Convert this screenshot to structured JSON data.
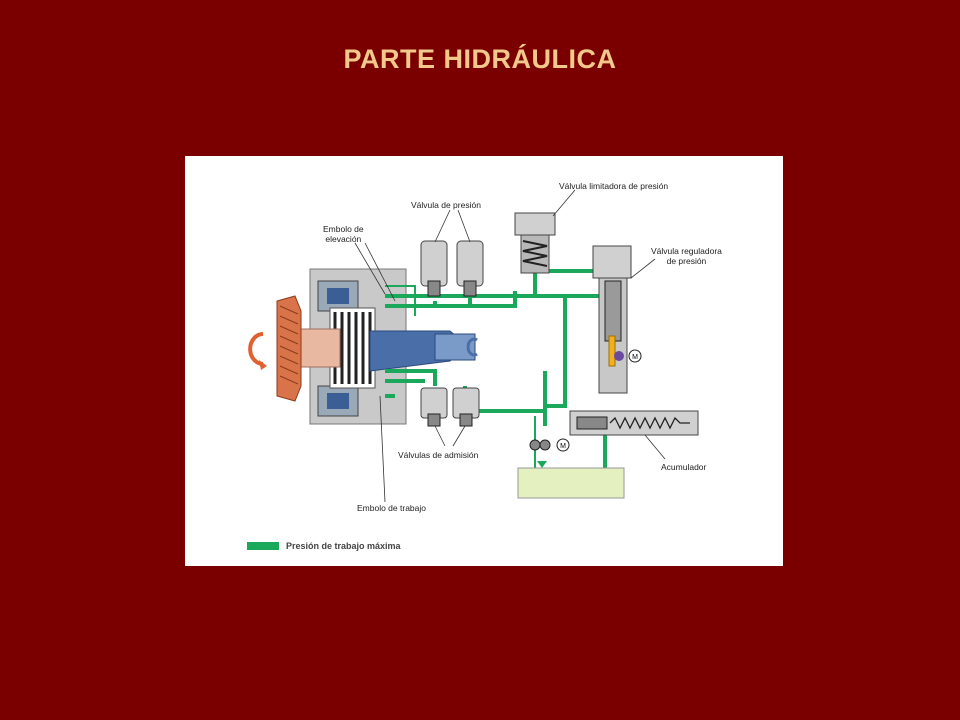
{
  "slide": {
    "title": "PARTE HIDRÁULICA"
  },
  "diagram": {
    "labels": {
      "valvula_limitadora": "Válvula limitadora de presión",
      "valvula_presion": "Válvula de presión",
      "embolo_elevacion": "Embolo de\nelevación",
      "valvula_reguladora": "Válvula reguladora\nde presión",
      "valvulas_admision": "Válvulas de admisión",
      "acumulador": "Acumulador",
      "embolo_trabajo": "Embolo de trabajo",
      "motor_symbol": "M"
    },
    "legend": {
      "label": "Presión de trabajo máxima",
      "color": "#1aa85a"
    },
    "colors": {
      "pressure_line": "#1aa85a",
      "housing": "#c9c9c9",
      "shaft": "#e8b8a0",
      "spline": "#4a6fa8",
      "gear": "#d9744a",
      "rotation_arrow": "#e06030",
      "regulator_needle": "#f0b020",
      "reservoir_fluid": "#e4f0c0"
    }
  }
}
